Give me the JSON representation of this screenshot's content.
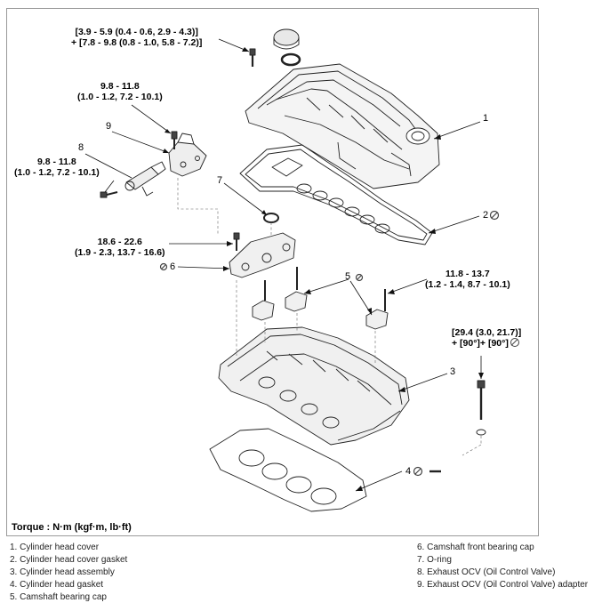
{
  "torque_specs": {
    "cover_bolt_line1": "[3.9 - 5.9 (0.4 - 0.6, 2.9 - 4.3)]",
    "cover_bolt_line2": "+ [7.8 - 9.8 (0.8 - 1.0, 5.8 - 7.2)]",
    "adapter_line1": "9.8 - 11.8",
    "adapter_line2": "(1.0 - 1.2, 7.2 - 10.1)",
    "ocv_line1": "9.8 - 11.8",
    "ocv_line2": "(1.0 - 1.2, 7.2 - 10.1)",
    "front_cap_line1": "18.6 - 22.6",
    "front_cap_line2": "(1.9 - 2.3, 13.7 - 16.6)",
    "bearing_cap_line1": "11.8 - 13.7",
    "bearing_cap_line2": "(1.2 - 1.4, 8.7 - 10.1)",
    "head_bolt_line1": "[29.4 (3.0, 21.7)]",
    "head_bolt_line2": "+ [90°]+ [90°]"
  },
  "callouts": [
    "1",
    "2",
    "3",
    "4",
    "5",
    "6",
    "7",
    "8",
    "9"
  ],
  "torque_unit": "Torque : N·m (kgf·m, lb·ft)",
  "legend": [
    "1. Cylinder head cover",
    "2. Cylinder head cover gasket",
    "3. Cylinder head assembly",
    "4. Cylinder head gasket",
    "5. Camshaft bearing cap",
    "6. Camshaft front bearing cap",
    "7. O-ring",
    "8. Exhaust OCV (Oil Control Valve)",
    "9. Exhaust OCV (Oil Control Valve) adapter"
  ]
}
